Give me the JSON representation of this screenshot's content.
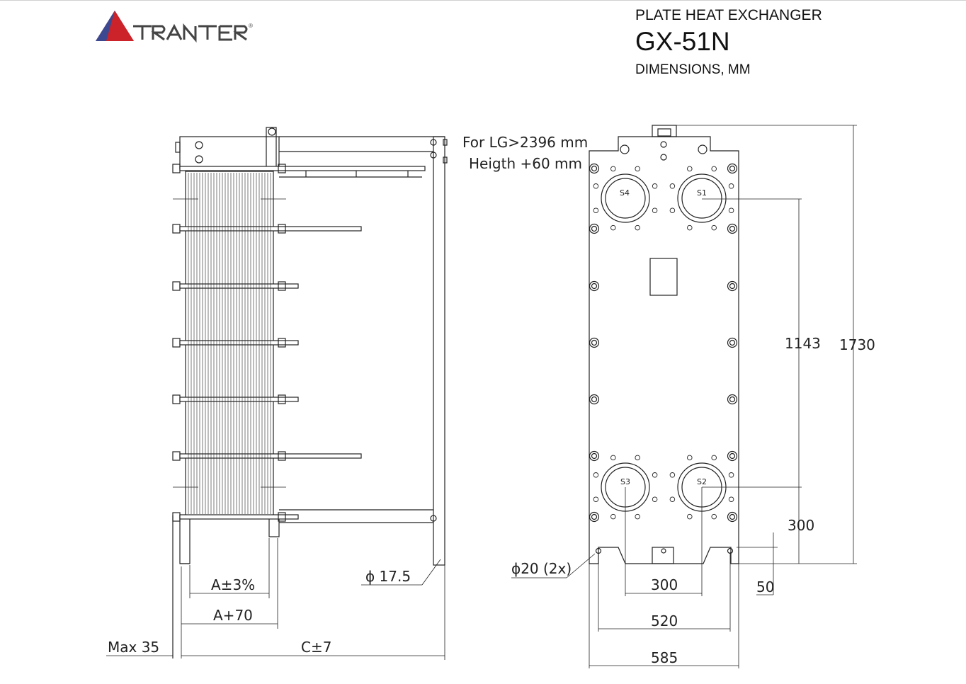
{
  "header": {
    "subtitle": "PLATE HEAT EXCHANGER",
    "model": "GX-51N",
    "units": "DIMENSIONS, MM"
  },
  "logo": {
    "text": "TRANTER",
    "mark": "®",
    "color": "#cc2229",
    "accent": "#2c4e9c"
  },
  "side_view": {
    "note_line1": "For LG>2396 mm",
    "note_line2": "Heigth +60 mm",
    "dim_plate_pack": "A±3%",
    "dim_frame": "A+70",
    "dim_overhang": "Max 35",
    "dim_length": "C±7",
    "dim_hole": "ϕ  17.5"
  },
  "front_view": {
    "ports": [
      "S4",
      "S1",
      "S3",
      "S2"
    ],
    "dim_port_vertical": "1143",
    "dim_total_height": "1730",
    "dim_bottom_port": "300",
    "dim_port_horizontal": "300",
    "dim_foot_height": "50",
    "dim_feet_span": "520",
    "dim_width": "585",
    "dim_foot_holes": "ϕ20 (2x)"
  }
}
